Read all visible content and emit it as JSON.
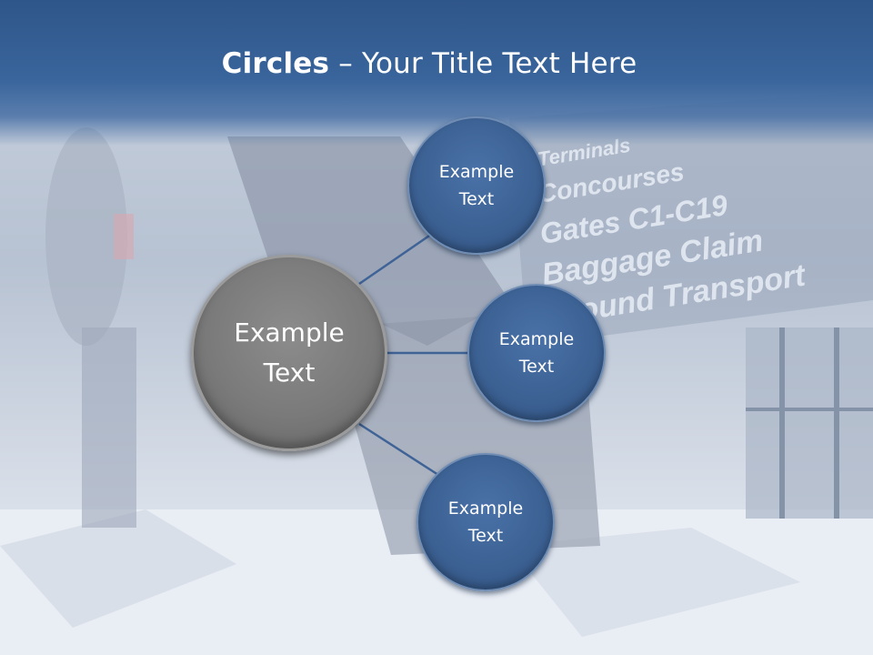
{
  "slide": {
    "title_bold": "Circles",
    "title_rest": " – Your Title Text Here",
    "center": {
      "label": "Example\nText"
    },
    "nodes": [
      {
        "label": "Example\nText"
      },
      {
        "label": "Example\nText"
      },
      {
        "label": "Example\nText"
      }
    ],
    "background": {
      "sign_lines": [
        "Terminals",
        "Concourses",
        "Gates C1-C19",
        "Baggage Claim",
        "Ground Transport"
      ]
    }
  },
  "colors": {
    "header": "#2f568a",
    "small_circle": "#3b6092",
    "big_circle": "#7a7a7a",
    "connector": "#3f6396"
  }
}
